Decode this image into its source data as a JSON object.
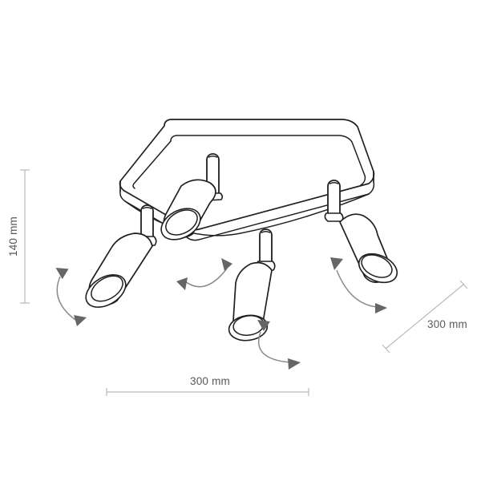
{
  "drawing": {
    "title": "Four-spot square ceiling light technical drawing",
    "background_color": "#ffffff",
    "line_color": "#231f20",
    "dimension_line_color": "#b9b9b9",
    "dimension_text_color": "#58595b",
    "arrow_color": "#666666"
  },
  "dimensions": {
    "height": {
      "label": "140 mm",
      "orientation": "vertical",
      "position": "left"
    },
    "width": {
      "label": "300 mm",
      "orientation": "horizontal",
      "position": "bottom"
    },
    "depth": {
      "label": "300 mm",
      "orientation": "diagonal",
      "position": "right"
    }
  },
  "fixture": {
    "base_shape": "rounded-square-plate",
    "spot_count": 4,
    "spots": [
      {
        "id": "spot-front-left",
        "name": "Front left spot head"
      },
      {
        "id": "spot-back-left",
        "name": "Back left spot head"
      },
      {
        "id": "spot-front-right",
        "name": "Front right spot head"
      },
      {
        "id": "spot-back-right",
        "name": "Back right spot head"
      }
    ]
  },
  "adjustment_arrows": [
    {
      "id": "arrow-front-left",
      "name": "Front left rotation arrow"
    },
    {
      "id": "arrow-back-left",
      "name": "Back left rotation arrow"
    },
    {
      "id": "arrow-front-right",
      "name": "Front right rotation arrow"
    },
    {
      "id": "arrow-back-right",
      "name": "Back right rotation arrow"
    }
  ]
}
